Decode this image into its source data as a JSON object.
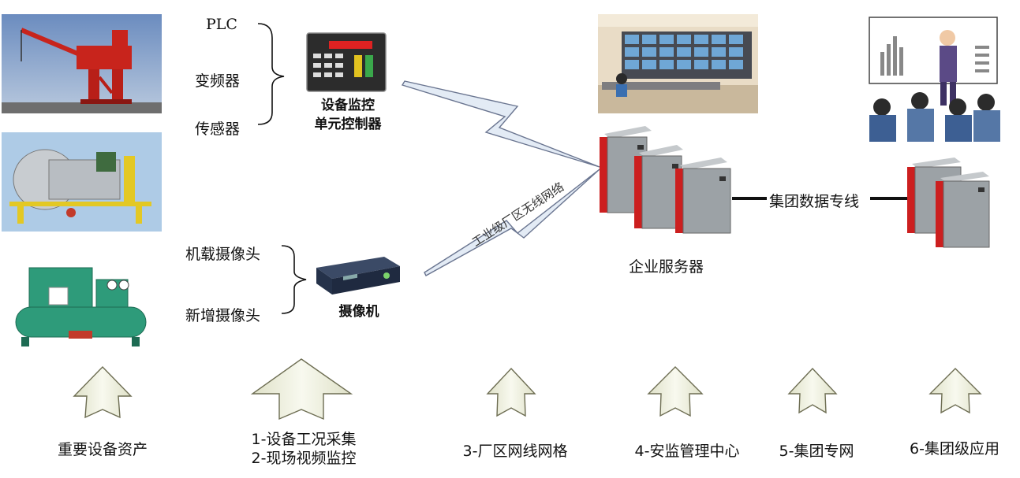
{
  "inputs": {
    "plc": "PLC",
    "vfd": "变频器",
    "sensor": "传感器",
    "onboard_camera": "机载摄像头",
    "new_camera": "新增摄像头"
  },
  "devices": {
    "controller_line1": "设备监控",
    "controller_line2": "单元控制器",
    "camera": "摄像机",
    "enterprise_server": "企业服务器",
    "wireless_network": "工业级厂区无线网络",
    "group_line": "集团数据专线"
  },
  "stages": [
    {
      "line1": "重要设备资产",
      "line2": ""
    },
    {
      "line1": "1-设备工况采集",
      "line2": "2-现场视频监控"
    },
    {
      "line1": "3-厂区网线网格",
      "line2": ""
    },
    {
      "line1": "4-安监管理中心",
      "line2": ""
    },
    {
      "line1": "5-集团专网",
      "line2": ""
    },
    {
      "line1": "6-集团级应用",
      "line2": ""
    }
  ],
  "colors": {
    "arrow_fill": "#f1f2e4",
    "arrow_stroke": "#6d6d52",
    "bolt_fill": "#e3ebf5",
    "bolt_stroke": "#6a7590",
    "server_red": "#cc1f1f",
    "server_gray": "#9ca2a6"
  }
}
